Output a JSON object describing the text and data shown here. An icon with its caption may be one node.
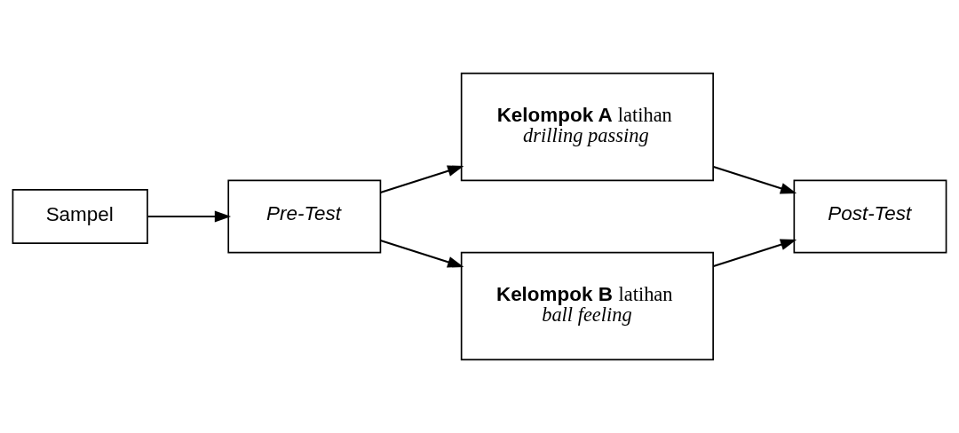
{
  "diagram": {
    "nodes": [
      {
        "text": [
          "Sampel"
        ]
      },
      {
        "text": [
          "Pre-Test"
        ]
      },
      {
        "text": [
          "**Kelompok A** latihan *drilling passing*"
        ]
      },
      {
        "text": [
          "**Kelompok B** latihan *ball feeling*"
        ]
      },
      {
        "text": [
          "Post-Test"
        ]
      }
    ],
    "edges": [
      {
        "from": 0,
        "to": 1,
        "arrow": "to"
      },
      {
        "from": 1,
        "to": 2,
        "arrow": "to"
      },
      {
        "from": 1,
        "to": 3,
        "arrow": "to"
      },
      {
        "from": 2,
        "to": 4,
        "arrow": "to"
      },
      {
        "from": 3,
        "to": 4,
        "arrow": "to"
      }
    ]
  }
}
